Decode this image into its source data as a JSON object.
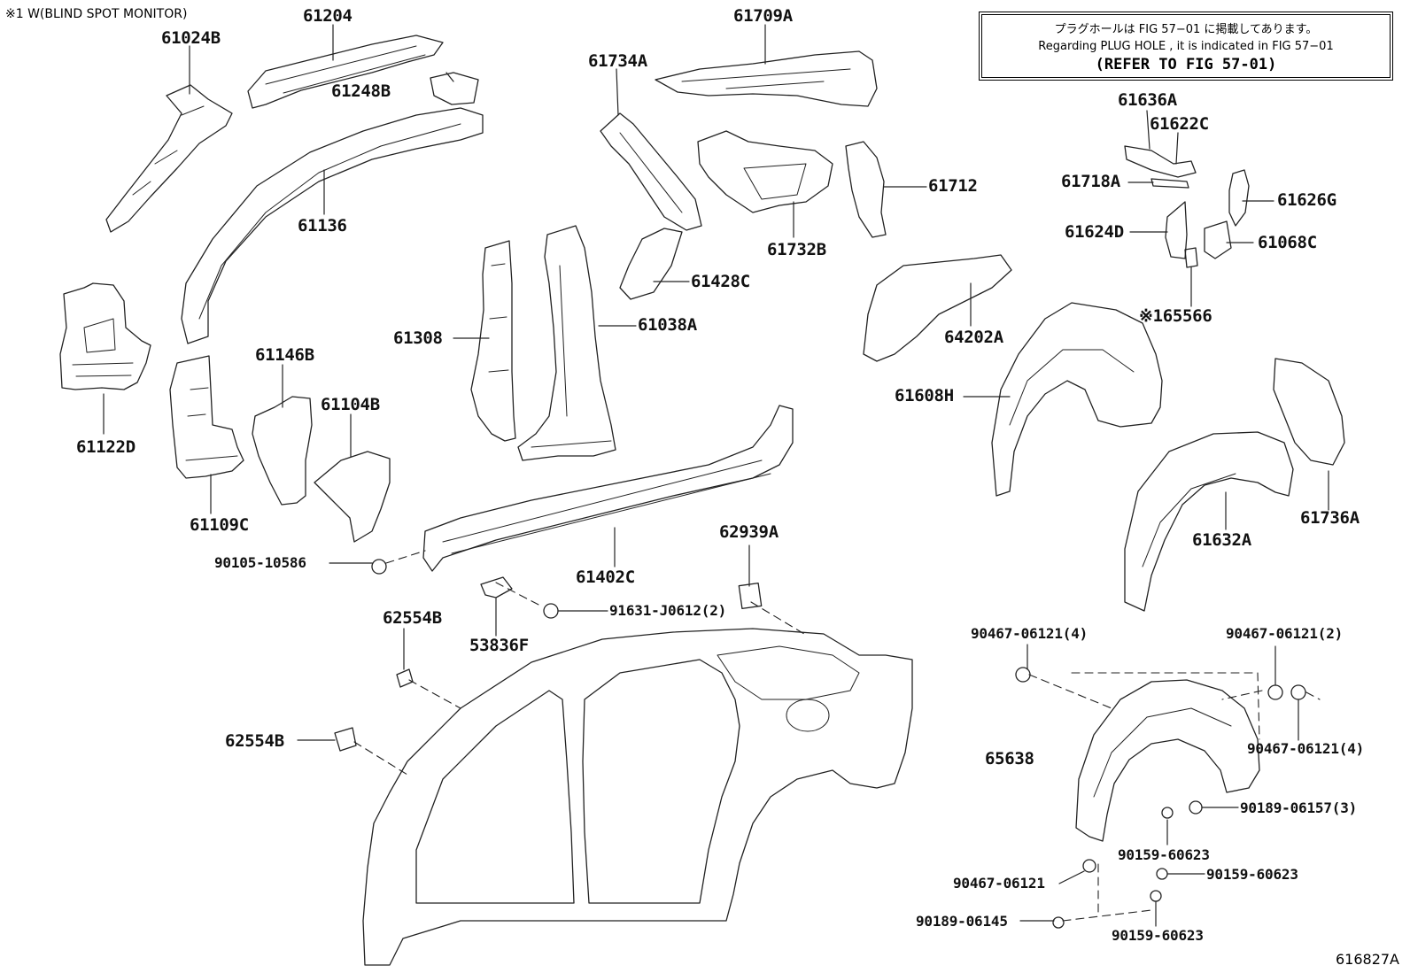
{
  "footnote": "※1 W(BLIND SPOT MONITOR)",
  "note": {
    "line1": "プラグホールは FIG 57−01 に掲載してあります。",
    "line2": "Regarding PLUG HOLE , it is indicated in FIG 57−01",
    "line3": "(REFER TO FIG 57-01)"
  },
  "figure_id": "616827A",
  "labels": {
    "p61024B": "61024B",
    "p61204": "61204",
    "p61248B": "61248B",
    "p61136": "61136",
    "p61122D": "61122D",
    "p61146B": "61146B",
    "p61104B": "61104B",
    "p61109C": "61109C",
    "p61308": "61308",
    "p61038A": "61038A",
    "p61734A": "61734A",
    "p61428C": "61428C",
    "p61709A": "61709A",
    "p61732B": "61732B",
    "p61712": "61712",
    "p64202A": "64202A",
    "p61636A": "61636A",
    "p61622C": "61622C",
    "p61718A": "61718A",
    "p61626G": "61626G",
    "p61624D": "61624D",
    "p61068C": "61068C",
    "p65566": "※165566",
    "p61608H": "61608H",
    "p61632A": "61632A",
    "p61736A": "61736A",
    "p61402C": "61402C",
    "p62939A": "62939A",
    "p90105": "90105-10586",
    "p91631": "91631-J0612(2)",
    "p53836F": "53836F",
    "p62554B_a": "62554B",
    "p62554B_b": "62554B",
    "p65638": "65638",
    "p90467_4a": "90467-06121(4)",
    "p90467_2": "90467-06121(2)",
    "p90467_4b": "90467-06121(4)",
    "p90189_3": "90189-06157(3)",
    "p90159_a": "90159-60623",
    "p90467_single": "90467-06121",
    "p90159_b": "90159-60623",
    "p90189_06145": "90189-06145",
    "p90159_c": "90159-60623"
  }
}
